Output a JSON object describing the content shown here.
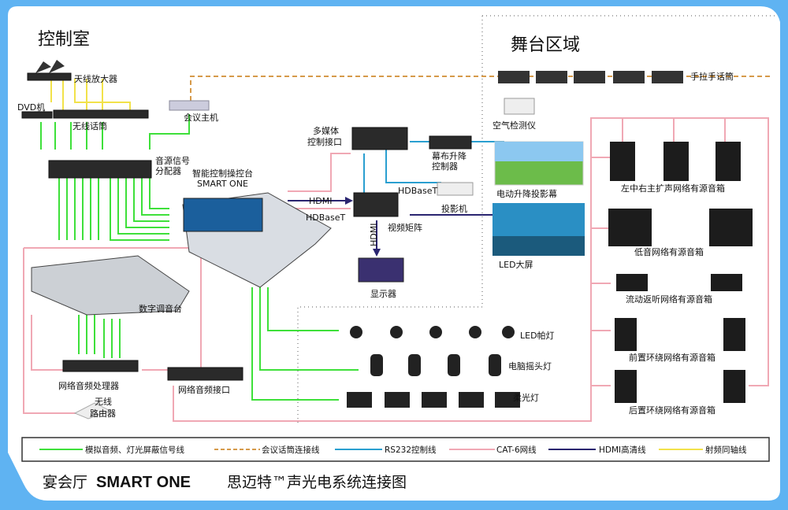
{
  "zones": {
    "control_room": "控制室",
    "stage_area": "舞台区域"
  },
  "devices": {
    "antenna_amp": "天线放大器",
    "dvd": "DVD机",
    "wireless_mic": "无线话筒",
    "conference_host": "会议主机",
    "splitter_1": "音源信号",
    "splitter_2": "分配器",
    "console_1": "智能控制操控台",
    "console_2": "SMART ONE",
    "media_1": "多媒体",
    "media_2": "控制接口",
    "air_monitor": "空气检测仪",
    "screen_ctrl_1": "幕布升降",
    "screen_ctrl_2": "控制器",
    "projection_screen": "电动升降投影幕",
    "hdmi_in": "HDMI",
    "hdbaset_in": "HDBaseT",
    "hdbaset_proj": "HDBaseT",
    "projector": "投影机",
    "matrix": "视频矩阵",
    "hdmi_down": "HDMI",
    "led_screen": "LED大屏",
    "monitor": "显示器",
    "mixer": "数字调音台",
    "processor": "网络音频处理器",
    "audio_interface": "网络音频接口",
    "router_1": "无线",
    "router_2": "路由器",
    "par_light": "LED帕灯",
    "moving_head": "电脑摇头灯",
    "soft_light": "柔光灯",
    "chain_mic": "手拉手话筒",
    "main_speakers": "左中右主扩声网络有源音箱",
    "sub_speakers": "低音网络有源音箱",
    "monitor_speakers": "流动返听网络有源音箱",
    "front_surround": "前置环绕网络有源音箱",
    "rear_surround": "后置环绕网络有源音箱"
  },
  "legend": [
    {
      "label": "模拟音频、灯光屏蔽信号线",
      "color": "#3ee03a",
      "style": "solid"
    },
    {
      "label": "会议话筒连接线",
      "color": "#d69a4a",
      "style": "dashed"
    },
    {
      "label": "RS232控制线",
      "color": "#2a9fd0",
      "style": "solid"
    },
    {
      "label": "CAT-6网线",
      "color": "#f0a8b4",
      "style": "solid"
    },
    {
      "label": "HDMI高清线",
      "color": "#2a2570",
      "style": "solid"
    },
    {
      "label": "射频同轴线",
      "color": "#f2e24a",
      "style": "solid"
    }
  ],
  "title": {
    "prefix": "宴会厅",
    "brand": "SMART ONE",
    "suffix": "思迈特™声光电系统连接图"
  },
  "colors": {
    "frame": "#5fb3f2",
    "frame_dark": "#3c93dc"
  }
}
